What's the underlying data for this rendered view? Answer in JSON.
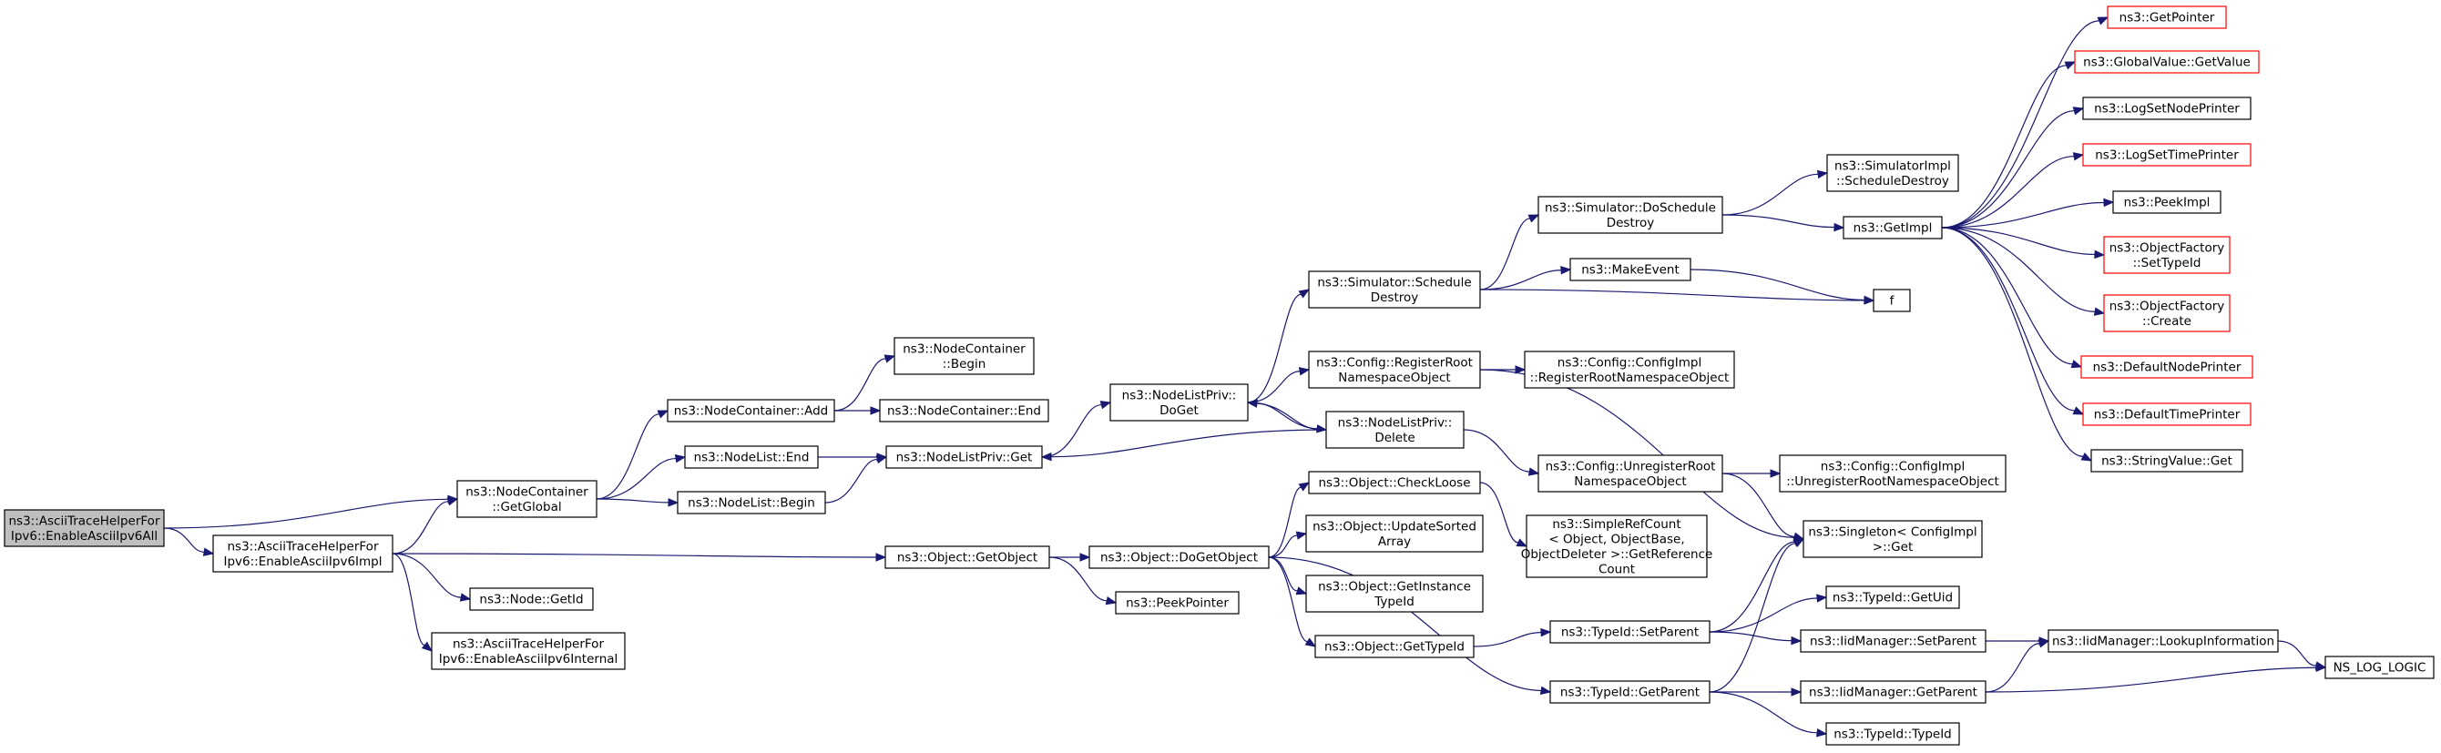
{
  "nodes": [
    {
      "id": "root",
      "lines": [
        "ns3::AsciiTraceHelperFor",
        "Ipv6::EnableAsciiIpv6All"
      ],
      "style": "root"
    },
    {
      "id": "getGlobal",
      "lines": [
        "ns3::NodeContainer",
        "::GetGlobal"
      ]
    },
    {
      "id": "enableImpl",
      "lines": [
        "ns3::AsciiTraceHelperFor",
        "Ipv6::EnableAsciiIpv6Impl"
      ]
    },
    {
      "id": "ncAdd",
      "lines": [
        "ns3::NodeContainer::Add"
      ]
    },
    {
      "id": "nlEnd",
      "lines": [
        "ns3::NodeList::End"
      ]
    },
    {
      "id": "nlBegin",
      "lines": [
        "ns3::NodeList::Begin"
      ]
    },
    {
      "id": "ncBegin",
      "lines": [
        "ns3::NodeContainer",
        "::Begin"
      ]
    },
    {
      "id": "ncEnd",
      "lines": [
        "ns3::NodeContainer::End"
      ]
    },
    {
      "id": "nlpGet",
      "lines": [
        "ns3::NodeListPriv::Get"
      ]
    },
    {
      "id": "objGetObject",
      "lines": [
        "ns3::Object::GetObject"
      ]
    },
    {
      "id": "nodeGetId",
      "lines": [
        "ns3::Node::GetId"
      ]
    },
    {
      "id": "enableInternal",
      "lines": [
        "ns3::AsciiTraceHelperFor",
        "Ipv6::EnableAsciiIpv6Internal"
      ]
    },
    {
      "id": "nlpDoGet",
      "lines": [
        "ns3::NodeListPriv::",
        "DoGet"
      ]
    },
    {
      "id": "objDoGetObject",
      "lines": [
        "ns3::Object::DoGetObject"
      ]
    },
    {
      "id": "peekPointer",
      "lines": [
        "ns3::PeekPointer"
      ]
    },
    {
      "id": "simSchedDestroy",
      "lines": [
        "ns3::Simulator::Schedule",
        "Destroy"
      ]
    },
    {
      "id": "cfgRegister",
      "lines": [
        "ns3::Config::RegisterRoot",
        "NamespaceObject"
      ]
    },
    {
      "id": "nlpDelete",
      "lines": [
        "ns3::NodeListPriv::",
        "Delete"
      ]
    },
    {
      "id": "objCheckLoose",
      "lines": [
        "ns3::Object::CheckLoose"
      ]
    },
    {
      "id": "objUpdateSorted",
      "lines": [
        "ns3::Object::UpdateSorted",
        "Array"
      ]
    },
    {
      "id": "objGetInstance",
      "lines": [
        "ns3::Object::GetInstance",
        "TypeId"
      ]
    },
    {
      "id": "objGetTypeId",
      "lines": [
        "ns3::Object::GetTypeId"
      ]
    },
    {
      "id": "simDoSched",
      "lines": [
        "ns3::Simulator::DoSchedule",
        "Destroy"
      ]
    },
    {
      "id": "makeEvent",
      "lines": [
        "ns3::MakeEvent"
      ]
    },
    {
      "id": "cfgImplRegister",
      "lines": [
        "ns3::Config::ConfigImpl",
        "::RegisterRootNamespaceObject"
      ]
    },
    {
      "id": "cfgUnregister",
      "lines": [
        "ns3::Config::UnregisterRoot",
        "NamespaceObject"
      ]
    },
    {
      "id": "simpleRef",
      "lines": [
        "ns3::SimpleRefCount",
        "< Object, ObjectBase,",
        "ObjectDeleter >::GetReference",
        "Count"
      ]
    },
    {
      "id": "tidSetParent",
      "lines": [
        "ns3::TypeId::SetParent"
      ]
    },
    {
      "id": "tidGetParent",
      "lines": [
        "ns3::TypeId::GetParent"
      ]
    },
    {
      "id": "simImplSched",
      "lines": [
        "ns3::SimulatorImpl",
        "::ScheduleDestroy"
      ]
    },
    {
      "id": "getImpl",
      "lines": [
        "ns3::GetImpl"
      ]
    },
    {
      "id": "f",
      "lines": [
        "f"
      ]
    },
    {
      "id": "cfgImplUnregister",
      "lines": [
        "ns3::Config::ConfigImpl",
        "::UnregisterRootNamespaceObject"
      ]
    },
    {
      "id": "singletonGet",
      "lines": [
        "ns3::Singleton< ConfigImpl",
        " >::Get"
      ]
    },
    {
      "id": "tidGetUid",
      "lines": [
        "ns3::TypeId::GetUid"
      ]
    },
    {
      "id": "iidSetParent",
      "lines": [
        "ns3::IidManager::SetParent"
      ]
    },
    {
      "id": "iidGetParent",
      "lines": [
        "ns3::IidManager::GetParent"
      ]
    },
    {
      "id": "tidTypeId",
      "lines": [
        "ns3::TypeId::TypeId"
      ]
    },
    {
      "id": "iidLookup",
      "lines": [
        "ns3::IidManager::LookupInformation"
      ]
    },
    {
      "id": "nsLogLogic",
      "lines": [
        "NS_LOG_LOGIC"
      ]
    },
    {
      "id": "getPointer",
      "lines": [
        "ns3::GetPointer"
      ],
      "style": "red"
    },
    {
      "id": "gvGetValue",
      "lines": [
        "ns3::GlobalValue::GetValue"
      ],
      "style": "red"
    },
    {
      "id": "logSetNode",
      "lines": [
        "ns3::LogSetNodePrinter"
      ]
    },
    {
      "id": "logSetTime",
      "lines": [
        "ns3::LogSetTimePrinter"
      ],
      "style": "red"
    },
    {
      "id": "peekImpl",
      "lines": [
        "ns3::PeekImpl"
      ]
    },
    {
      "id": "ofSetTypeId",
      "lines": [
        "ns3::ObjectFactory",
        "::SetTypeId"
      ],
      "style": "red"
    },
    {
      "id": "ofCreate",
      "lines": [
        "ns3::ObjectFactory",
        "::Create"
      ],
      "style": "red"
    },
    {
      "id": "defNodePrinter",
      "lines": [
        "ns3::DefaultNodePrinter"
      ],
      "style": "red"
    },
    {
      "id": "defTimePrinter",
      "lines": [
        "ns3::DefaultTimePrinter"
      ],
      "style": "red"
    },
    {
      "id": "svGet",
      "lines": [
        "ns3::StringValue::Get"
      ]
    }
  ],
  "edges": [
    [
      "root",
      "getGlobal"
    ],
    [
      "root",
      "enableImpl"
    ],
    [
      "enableImpl",
      "getGlobal"
    ],
    [
      "enableImpl",
      "objGetObject"
    ],
    [
      "enableImpl",
      "nodeGetId"
    ],
    [
      "enableImpl",
      "enableInternal"
    ],
    [
      "getGlobal",
      "ncAdd"
    ],
    [
      "getGlobal",
      "nlEnd"
    ],
    [
      "getGlobal",
      "nlBegin"
    ],
    [
      "ncAdd",
      "ncBegin"
    ],
    [
      "ncAdd",
      "ncEnd"
    ],
    [
      "nlEnd",
      "nlpGet"
    ],
    [
      "nlBegin",
      "nlpGet"
    ],
    [
      "nlpGet",
      "nlpDoGet"
    ],
    [
      "nlpDelete",
      "nlpGet"
    ],
    [
      "nlpDoGet",
      "simSchedDestroy"
    ],
    [
      "nlpDoGet",
      "cfgRegister"
    ],
    [
      "nlpDoGet",
      "nlpDelete"
    ],
    [
      "nlpDelete",
      "nlpDoGet"
    ],
    [
      "nlpDelete",
      "cfgUnregister"
    ],
    [
      "objGetObject",
      "objDoGetObject"
    ],
    [
      "objGetObject",
      "peekPointer"
    ],
    [
      "objDoGetObject",
      "objCheckLoose"
    ],
    [
      "objDoGetObject",
      "objUpdateSorted"
    ],
    [
      "objDoGetObject",
      "objGetInstance"
    ],
    [
      "objDoGetObject",
      "objGetTypeId"
    ],
    [
      "objDoGetObject",
      "tidGetParent"
    ],
    [
      "objCheckLoose",
      "simpleRef"
    ],
    [
      "objGetTypeId",
      "tidSetParent"
    ],
    [
      "simSchedDestroy",
      "simDoSched"
    ],
    [
      "simSchedDestroy",
      "makeEvent"
    ],
    [
      "simSchedDestroy",
      "f"
    ],
    [
      "simDoSched",
      "simImplSched"
    ],
    [
      "simDoSched",
      "getImpl"
    ],
    [
      "makeEvent",
      "f"
    ],
    [
      "cfgRegister",
      "cfgImplRegister"
    ],
    [
      "cfgRegister",
      "singletonGet"
    ],
    [
      "cfgUnregister",
      "cfgImplUnregister"
    ],
    [
      "cfgUnregister",
      "singletonGet"
    ],
    [
      "tidSetParent",
      "singletonGet"
    ],
    [
      "tidSetParent",
      "tidGetUid"
    ],
    [
      "tidSetParent",
      "iidSetParent"
    ],
    [
      "tidGetParent",
      "singletonGet"
    ],
    [
      "tidGetParent",
      "iidGetParent"
    ],
    [
      "tidGetParent",
      "tidTypeId"
    ],
    [
      "iidSetParent",
      "iidLookup"
    ],
    [
      "iidGetParent",
      "iidLookup"
    ],
    [
      "iidGetParent",
      "nsLogLogic"
    ],
    [
      "iidLookup",
      "nsLogLogic"
    ],
    [
      "getImpl",
      "getPointer"
    ],
    [
      "getImpl",
      "gvGetValue"
    ],
    [
      "getImpl",
      "logSetNode"
    ],
    [
      "getImpl",
      "logSetTime"
    ],
    [
      "getImpl",
      "peekImpl"
    ],
    [
      "getImpl",
      "ofSetTypeId"
    ],
    [
      "getImpl",
      "ofCreate"
    ],
    [
      "getImpl",
      "defNodePrinter"
    ],
    [
      "getImpl",
      "defTimePrinter"
    ],
    [
      "getImpl",
      "svGet"
    ]
  ],
  "colors": {
    "edge": "#191970",
    "node_border": "#000000",
    "highlight_border": "#ff0000",
    "root_fill": "#bfbfbf"
  }
}
